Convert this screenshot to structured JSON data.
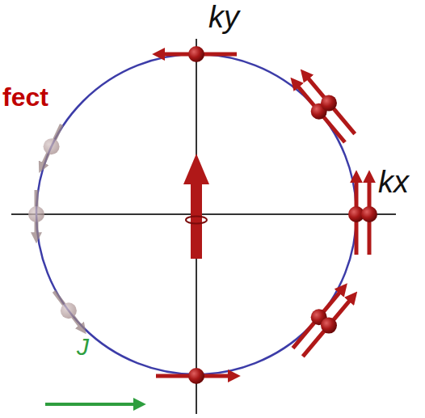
{
  "diagram": {
    "labels": [
      "ky",
      "kx",
      "fect",
      "J"
    ]
  }
}
